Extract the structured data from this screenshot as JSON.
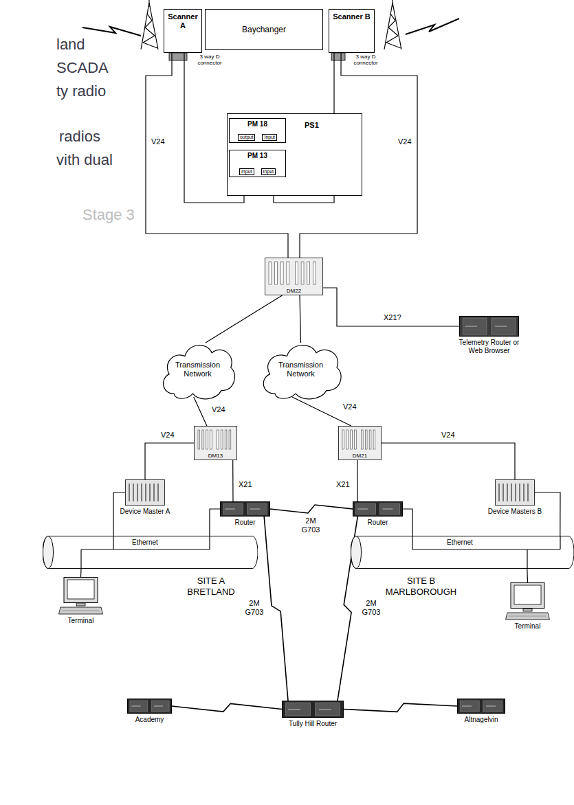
{
  "diagram": {
    "nodes": [
      {
        "text": [
          "Scanner A"
        ]
      },
      {
        "text": [
          "Baychanger"
        ]
      },
      {
        "text": [
          "Scanner B"
        ]
      },
      {
        "text": [
          "PS1"
        ]
      },
      {
        "text": [
          "PM 18",
          "output",
          "Input"
        ],
        "in": 3
      },
      {
        "text": [
          "PM 13",
          "Input",
          "Input"
        ],
        "in": 3
      },
      {
        "text": [
          "DM22"
        ]
      },
      {
        "text": [
          "Telemetry Router or Web Browser"
        ]
      },
      {
        "text": [
          "Transmission Network"
        ]
      },
      {
        "text": [
          "Transmission Network"
        ]
      },
      {
        "text": [
          "DM13"
        ]
      },
      {
        "text": [
          "DM21"
        ]
      },
      {
        "text": [
          "Device Master A"
        ]
      },
      {
        "text": [
          "Router"
        ]
      },
      {
        "text": [
          "Router"
        ]
      },
      {
        "text": [
          "Device Masters B"
        ]
      },
      {
        "text": [
          "Ethernet",
          "SITE A BRETLAND"
        ]
      },
      {
        "text": [
          "Ethernet",
          "SITE B MARLBOROUGH"
        ]
      },
      {
        "text": [
          "Terminal"
        ]
      },
      {
        "text": [
          "Terminal"
        ]
      },
      {
        "text": [
          "Academy"
        ]
      },
      {
        "text": [
          "Tully Hill Router"
        ]
      },
      {
        "text": [
          "Altnagelvin"
        ]
      }
    ],
    "edges": [
      {
        "from": 0,
        "to": 6,
        "arrow": "none",
        "label": "V24"
      },
      {
        "from": 0,
        "to": 5,
        "arrow": "none"
      },
      {
        "from": 2,
        "to": 6,
        "arrow": "none",
        "label": "V24"
      },
      {
        "from": 2,
        "to": 5,
        "arrow": "none"
      },
      {
        "from": 6,
        "to": 7,
        "arrow": "none",
        "label": "X21?"
      },
      {
        "from": 6,
        "to": 8,
        "arrow": "none"
      },
      {
        "from": 6,
        "to": 9,
        "arrow": "none"
      },
      {
        "from": 8,
        "to": 10,
        "arrow": "none",
        "label": "V24"
      },
      {
        "from": 9,
        "to": 11,
        "arrow": "none",
        "label": "V24"
      },
      {
        "from": 10,
        "to": 12,
        "arrow": "none",
        "label": "V24"
      },
      {
        "from": 10,
        "to": 13,
        "arrow": "none",
        "label": "X21"
      },
      {
        "from": 11,
        "to": 15,
        "arrow": "none",
        "label": "V24"
      },
      {
        "from": 11,
        "to": 14,
        "arrow": "none",
        "label": "X21"
      },
      {
        "from": 13,
        "to": 14,
        "arrow": "none",
        "label": "2M G703"
      },
      {
        "from": 12,
        "to": 16,
        "arrow": "none"
      },
      {
        "from": 13,
        "to": 16,
        "arrow": "none"
      },
      {
        "from": 16,
        "to": 18,
        "arrow": "none"
      },
      {
        "from": 15,
        "to": 17,
        "arrow": "none"
      },
      {
        "from": 14,
        "to": 17,
        "arrow": "none"
      },
      {
        "from": 17,
        "to": 19,
        "arrow": "none"
      },
      {
        "from": 13,
        "to": 21,
        "arrow": "none",
        "label": "2M G703"
      },
      {
        "from": 14,
        "to": 21,
        "arrow": "none",
        "label": "2M G703"
      },
      {
        "from": 21,
        "to": 20,
        "arrow": "none"
      },
      {
        "from": 21,
        "to": 22,
        "arrow": "none"
      }
    ],
    "labels": [
      "land",
      "SCADA",
      "ty radio",
      "radios",
      "vith dual",
      "3 way D connector",
      "3 way D connector",
      "Stage 3"
    ]
  }
}
